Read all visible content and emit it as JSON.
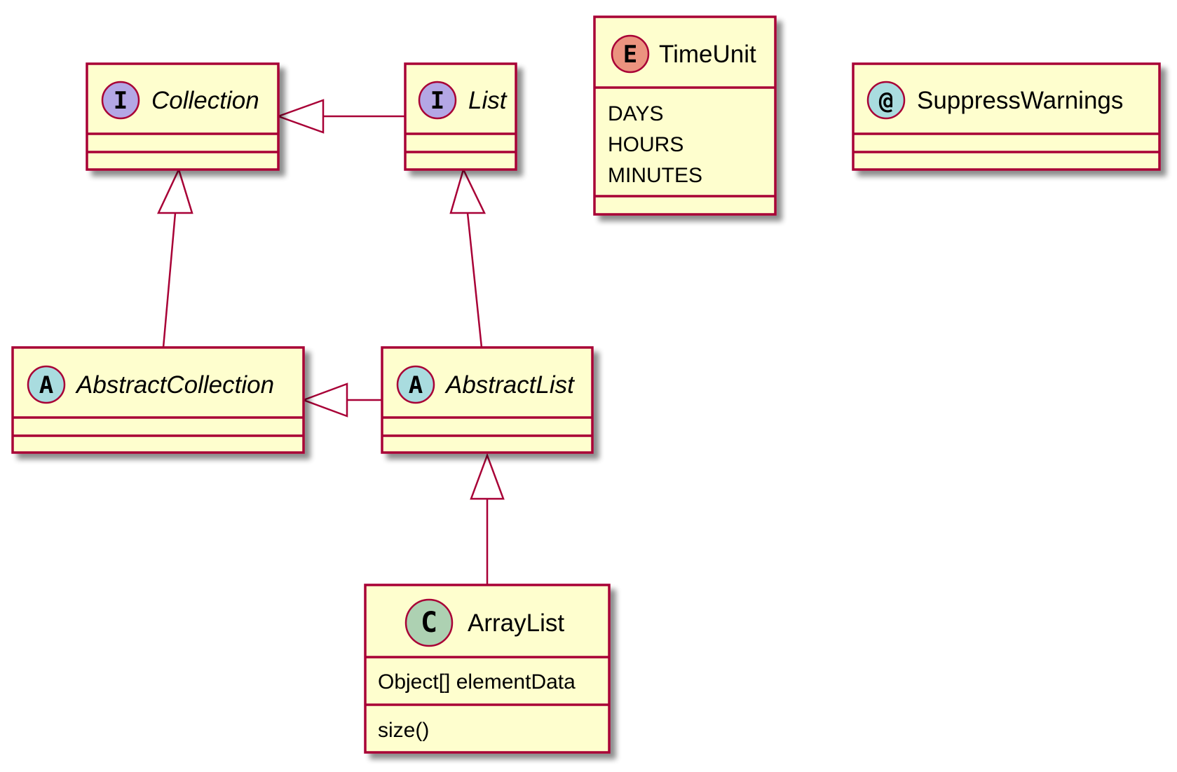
{
  "diagram": {
    "colors": {
      "box_fill": "#FEFECE",
      "border": "#A80036",
      "interface_badge": "#B4A7E5",
      "abstract_badge": "#A9DCDF",
      "class_badge": "#ADD1B2",
      "enum_badge": "#EB937F",
      "annotation_badge": "#A9DCDF"
    },
    "classes": {
      "collection": {
        "name": "Collection",
        "badge": "I",
        "kind": "interface"
      },
      "list": {
        "name": "List",
        "badge": "I",
        "kind": "interface"
      },
      "time_unit": {
        "name": "TimeUnit",
        "badge": "E",
        "kind": "enum",
        "values": [
          "DAYS",
          "HOURS",
          "MINUTES"
        ]
      },
      "suppress_warnings": {
        "name": "SuppressWarnings",
        "badge": "@",
        "kind": "annotation"
      },
      "abstract_collection": {
        "name": "AbstractCollection",
        "badge": "A",
        "kind": "abstract"
      },
      "abstract_list": {
        "name": "AbstractList",
        "badge": "A",
        "kind": "abstract"
      },
      "array_list": {
        "name": "ArrayList",
        "badge": "C",
        "kind": "class",
        "field": "Object[] elementData",
        "method": "size()"
      }
    },
    "relations": [
      {
        "from": "List",
        "to": "Collection",
        "type": "generalization"
      },
      {
        "from": "AbstractCollection",
        "to": "Collection",
        "type": "generalization"
      },
      {
        "from": "AbstractList",
        "to": "List",
        "type": "generalization"
      },
      {
        "from": "AbstractList",
        "to": "AbstractCollection",
        "type": "generalization"
      },
      {
        "from": "ArrayList",
        "to": "AbstractList",
        "type": "generalization"
      }
    ]
  }
}
